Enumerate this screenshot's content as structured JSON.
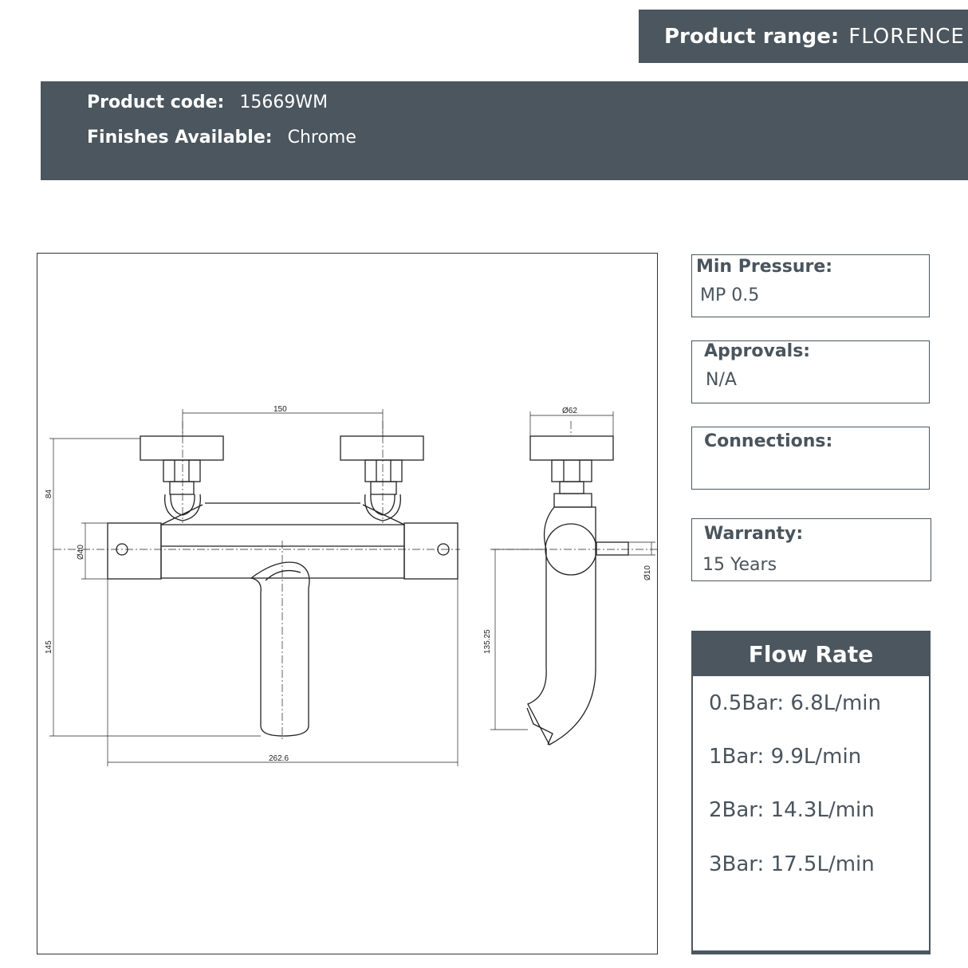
{
  "product_range": {
    "label": "Product range:",
    "value": "FLORENCE"
  },
  "product_code": {
    "label": "Product code:",
    "value": "15669WM"
  },
  "finishes": {
    "label": "Finishes Available:",
    "value": "Chrome"
  },
  "specs": {
    "min_pressure": {
      "label": "Min Pressure:",
      "value": "MP 0.5"
    },
    "approvals": {
      "label": "Approvals:",
      "value": "N/A"
    },
    "connections": {
      "label": "Connections:",
      "value": ""
    },
    "warranty": {
      "label": "Warranty:",
      "value": "15 Years"
    }
  },
  "flow_rate": {
    "title": "Flow Rate",
    "items": [
      "0.5Bar: 6.8L/min",
      "1Bar: 9.9L/min",
      "2Bar: 14.3L/min",
      "3Bar: 17.5L/min"
    ]
  },
  "drawing": {
    "dims": {
      "handle_spacing": "150",
      "handle_height": "84",
      "body_diameter": "Ø40",
      "spout_height": "145",
      "overall_width": "262.6",
      "handle_diameter": "Ø62",
      "side_spout_height": "135.25",
      "outlet_diameter": "Ø10"
    }
  }
}
